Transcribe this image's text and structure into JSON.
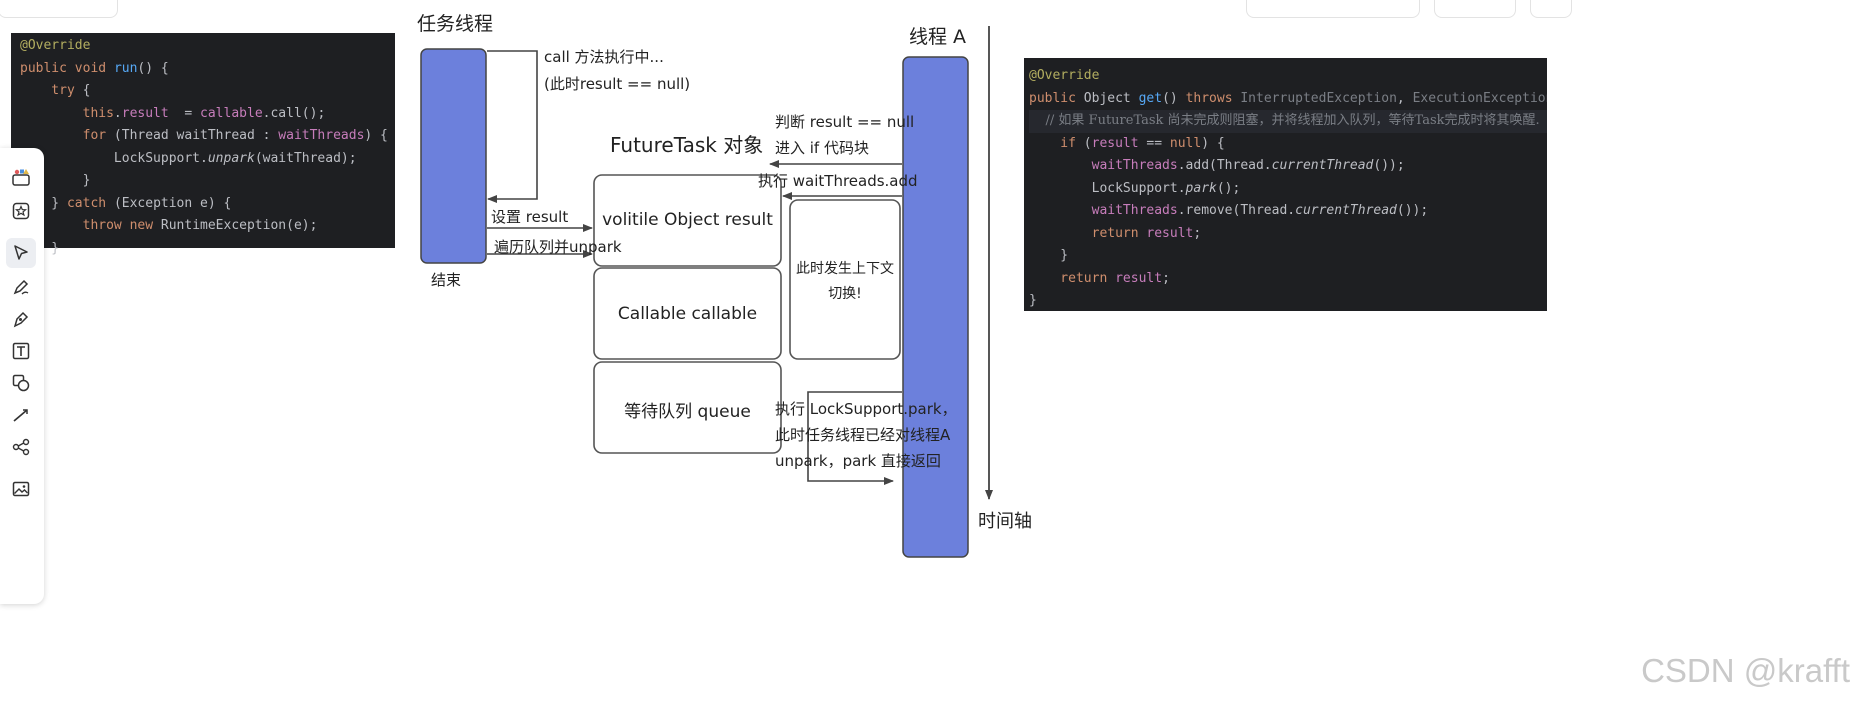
{
  "colors": {
    "thread_bar": "#6c80dc",
    "code_bg": "#1e1f22",
    "keyword": "#cf8e6d",
    "field": "#c77dbb",
    "method": "#56a8f5",
    "annotation": "#b3ae60",
    "comment": "#7a7e85"
  },
  "toolbar": {
    "tools": [
      "library-icon",
      "star-icon",
      "pointer-icon",
      "pen-icon",
      "pen-nib-icon",
      "text-icon",
      "shapes-icon",
      "line-icon",
      "connector-icon",
      "image-icon"
    ]
  },
  "left_code": {
    "lines": [
      [
        {
          "t": "@Override",
          "c": "annotation"
        }
      ],
      [
        {
          "t": "public ",
          "c": "keyword"
        },
        {
          "t": "void ",
          "c": "keyword"
        },
        {
          "t": "run",
          "c": "method"
        },
        {
          "t": "() {",
          "c": "plain"
        }
      ],
      [
        {
          "t": "    try ",
          "c": "keyword"
        },
        {
          "t": "{",
          "c": "plain"
        }
      ],
      [
        {
          "t": "        this",
          "c": "keyword"
        },
        {
          "t": ".",
          "c": "plain"
        },
        {
          "t": "result",
          "c": "field"
        },
        {
          "t": "  = ",
          "c": "plain"
        },
        {
          "t": "callable",
          "c": "field"
        },
        {
          "t": ".call();",
          "c": "plain"
        }
      ],
      [
        {
          "t": "        for ",
          "c": "keyword"
        },
        {
          "t": "(Thread waitThread : ",
          "c": "plain"
        },
        {
          "t": "waitThreads",
          "c": "field"
        },
        {
          "t": ") {",
          "c": "plain"
        }
      ],
      [
        {
          "t": "            LockSupport.",
          "c": "plain"
        },
        {
          "t": "unpark",
          "c": "italic"
        },
        {
          "t": "(waitThread);",
          "c": "plain"
        }
      ],
      [
        {
          "t": "        }",
          "c": "plain"
        }
      ],
      [
        {
          "t": "    } ",
          "c": "plain"
        },
        {
          "t": "catch ",
          "c": "keyword"
        },
        {
          "t": "(Exception e) {",
          "c": "plain"
        }
      ],
      [
        {
          "t": "        throw ",
          "c": "keyword"
        },
        {
          "t": "new ",
          "c": "keyword"
        },
        {
          "t": "RuntimeException(e);",
          "c": "plain"
        }
      ],
      [
        {
          "t": "    }",
          "c": "plain"
        }
      ]
    ]
  },
  "right_code": {
    "lines": [
      [
        {
          "t": "@Override",
          "c": "annotation"
        }
      ],
      [
        {
          "t": "public ",
          "c": "keyword"
        },
        {
          "t": "Object ",
          "c": "plain"
        },
        {
          "t": "get",
          "c": "method"
        },
        {
          "t": "() ",
          "c": "plain"
        },
        {
          "t": "throws ",
          "c": "keyword"
        },
        {
          "t": "InterruptedException",
          "c": "comment"
        },
        {
          "t": ", ",
          "c": "plain"
        },
        {
          "t": "ExecutionException",
          "c": "comment"
        },
        {
          "t": " {",
          "c": "plain"
        }
      ],
      [
        {
          "t": "    // 如果 FutureTask 尚未完成则阻塞，并将线程加入队列，等待Task完成时将其唤醒.",
          "c": "comment"
        }
      ],
      [
        {
          "t": "    if ",
          "c": "keyword"
        },
        {
          "t": "(",
          "c": "plain"
        },
        {
          "t": "result",
          "c": "field"
        },
        {
          "t": " == ",
          "c": "plain"
        },
        {
          "t": "null",
          "c": "keyword"
        },
        {
          "t": ") {",
          "c": "plain"
        }
      ],
      [
        {
          "t": "        waitThreads",
          "c": "field"
        },
        {
          "t": ".add(Thread.",
          "c": "plain"
        },
        {
          "t": "currentThread",
          "c": "italic"
        },
        {
          "t": "());",
          "c": "plain"
        }
      ],
      [
        {
          "t": "        LockSupport.",
          "c": "plain"
        },
        {
          "t": "park",
          "c": "italic"
        },
        {
          "t": "();",
          "c": "plain"
        }
      ],
      [
        {
          "t": "        waitThreads",
          "c": "field"
        },
        {
          "t": ".remove(Thread.",
          "c": "plain"
        },
        {
          "t": "currentThread",
          "c": "italic"
        },
        {
          "t": "());",
          "c": "plain"
        }
      ],
      [
        {
          "t": "        return ",
          "c": "keyword"
        },
        {
          "t": "result",
          "c": "field"
        },
        {
          "t": ";",
          "c": "plain"
        }
      ],
      [
        {
          "t": "    }",
          "c": "plain"
        }
      ],
      [
        {
          "t": "    return ",
          "c": "keyword"
        },
        {
          "t": "result",
          "c": "field"
        },
        {
          "t": ";",
          "c": "plain"
        }
      ],
      [
        {
          "t": "}",
          "c": "plain"
        }
      ]
    ]
  },
  "diagram": {
    "task_thread_title": "任务线程",
    "call_executing": "call 方法执行中...",
    "result_null_note": "(此时result == null)",
    "set_result": "设置 result",
    "traverse_unpark": "遍历队列并unpark",
    "end_label": "结束",
    "futuretask_title": "FutureTask 对象",
    "field_result": "volitile Object result",
    "field_callable": "Callable callable",
    "field_queue": "等待队列 queue",
    "thread_a_title": "线程 A",
    "check_result": "判断 result == null",
    "enter_if": "进入 if 代码块",
    "exec_add": "执行 waitThreads.add",
    "context_switch_line1": "此时发生上下文",
    "context_switch_line2": "切换!",
    "park_line1": "执行 LockSupport.park，",
    "park_line2": "此时任务线程已经对线程A",
    "park_line3": "unpark，park 直接返回",
    "time_axis": "时间轴"
  },
  "watermark": "CSDN @krafft"
}
